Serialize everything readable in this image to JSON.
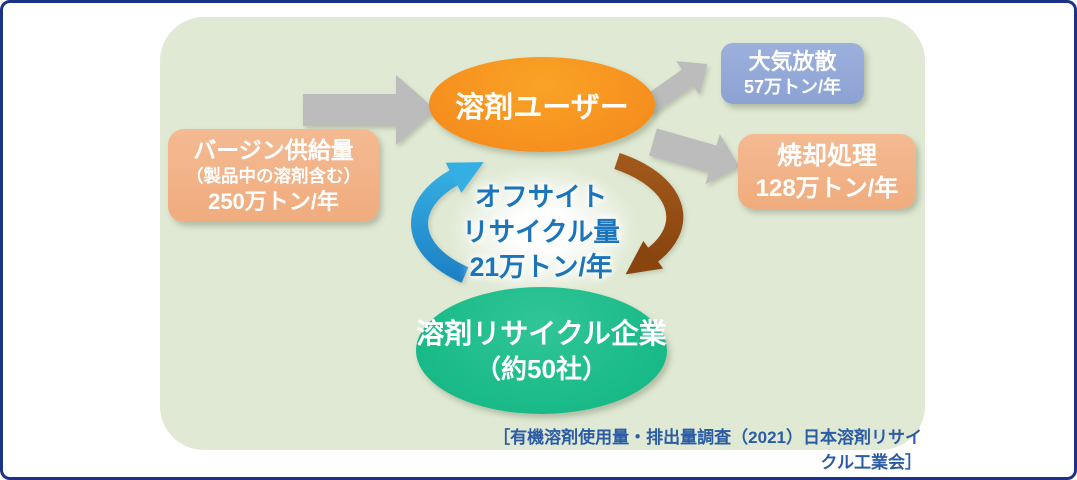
{
  "nodes": {
    "virgin_supply": {
      "line1": "バージン供給量",
      "line2": "（製品中の溶剤含む）",
      "line3": "250万トン/年"
    },
    "solvent_user": {
      "label": "溶剤ユーザー"
    },
    "atmospheric_release": {
      "line1": "大気放散",
      "line2": "57万トン/年"
    },
    "incineration": {
      "line1": "焼却処理",
      "line2": "128万トン/年"
    },
    "offsite_recycle": {
      "line1": "オフサイト",
      "line2": "リサイクル量",
      "line3": "21万トン/年"
    },
    "recycler": {
      "line1": "溶剤リサイクル企業",
      "line2": "（約50社）"
    }
  },
  "source": "［有機溶剤使用量・排出量調査（2021）日本溶剤リサイクル工業会］",
  "colors": {
    "border_navy": "#1C3287",
    "panel_green": "#DFE9D3",
    "user_orange": "#F7941E",
    "supply_salmon": "#F2B287",
    "release_periwinkle": "#92A7D6",
    "recycler_green": "#1FBE8E",
    "recycle_text_blue": "#1B75BC",
    "citation_blue": "#2B5CA5",
    "flow_arrow_gray": "#BCBCBC",
    "recycle_arrow_blue": "#2FA8E1",
    "recycle_arrow_brown": "#8A440E"
  }
}
